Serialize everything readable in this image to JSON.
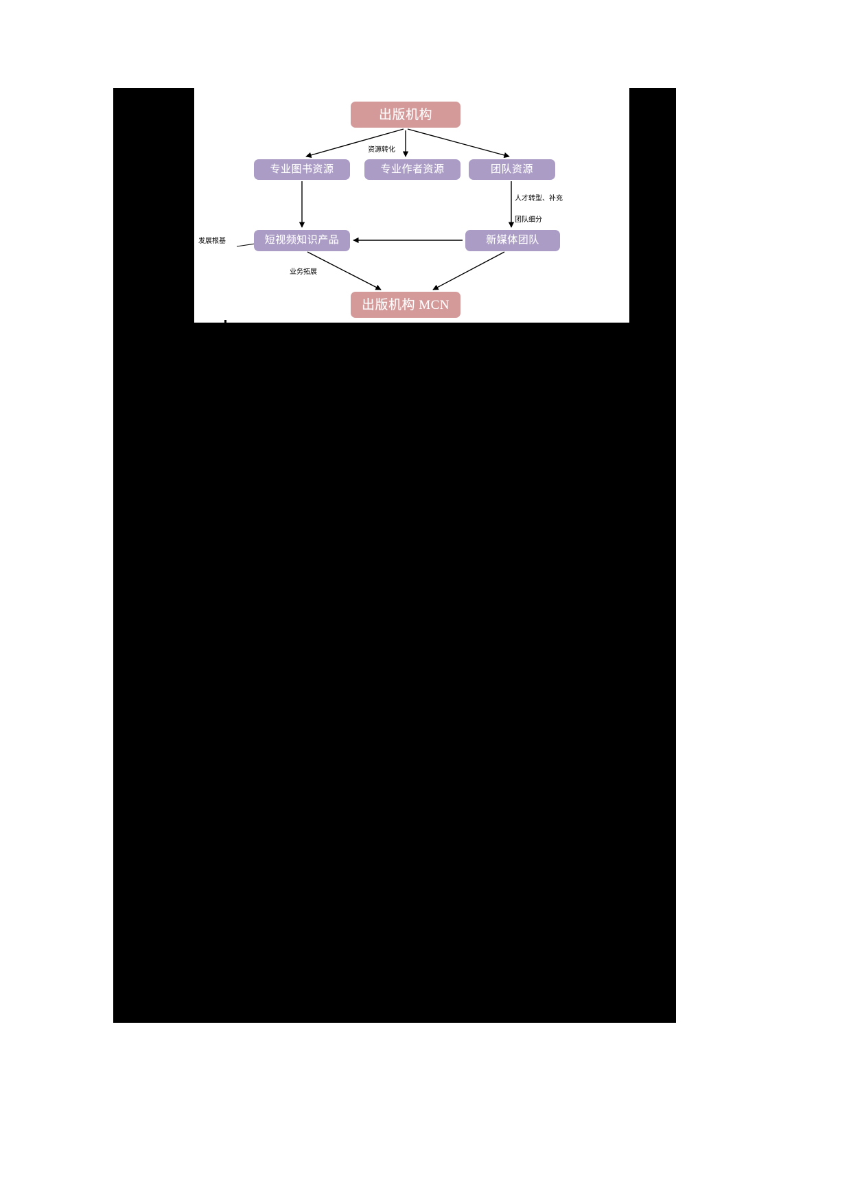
{
  "page": {
    "background_color": "#ffffff",
    "block_color": "#000000"
  },
  "diagram": {
    "type": "flowchart",
    "background_color": "#ffffff",
    "node_colors": {
      "rose": "#d49a9a",
      "purple": "#ab9cc6"
    },
    "nodes": [
      {
        "id": "publisher",
        "label": "出版机构",
        "color": "rose"
      },
      {
        "id": "book_res",
        "label": "专业图书资源",
        "color": "purple"
      },
      {
        "id": "author_res",
        "label": "专业作者资源",
        "color": "purple"
      },
      {
        "id": "team_res",
        "label": "团队资源",
        "color": "purple"
      },
      {
        "id": "shortvideo",
        "label": "短视频知识产品",
        "color": "purple"
      },
      {
        "id": "newmedia_team",
        "label": "新媒体团队",
        "color": "purple"
      },
      {
        "id": "mcn",
        "label": "出版机构 MCN",
        "color": "rose"
      }
    ],
    "edges": [
      {
        "from": "publisher",
        "to": "book_res",
        "label": ""
      },
      {
        "from": "publisher",
        "to": "author_res",
        "label": "资源转化"
      },
      {
        "from": "publisher",
        "to": "team_res",
        "label": ""
      },
      {
        "from": "book_res",
        "to": "shortvideo",
        "label": ""
      },
      {
        "from": "team_res",
        "to": "newmedia_team",
        "label": "人才转型、补充"
      },
      {
        "from": "team_res",
        "to": "newmedia_team",
        "label": "团队细分"
      },
      {
        "from": "newmedia_team",
        "to": "shortvideo",
        "label": ""
      },
      {
        "from": "shortvideo",
        "to": "mcn",
        "label": "业务拓展"
      },
      {
        "from": "newmedia_team",
        "to": "mcn",
        "label": ""
      },
      {
        "from": "annotation",
        "to": "shortvideo",
        "label": "发展根基"
      }
    ],
    "labels": {
      "resource_conversion": "资源转化",
      "talent_transformation": "人才转型、补充",
      "team_subdivision": "团队细分",
      "development_foundation": "发展根基",
      "business_expansion": "业务拓展"
    }
  }
}
